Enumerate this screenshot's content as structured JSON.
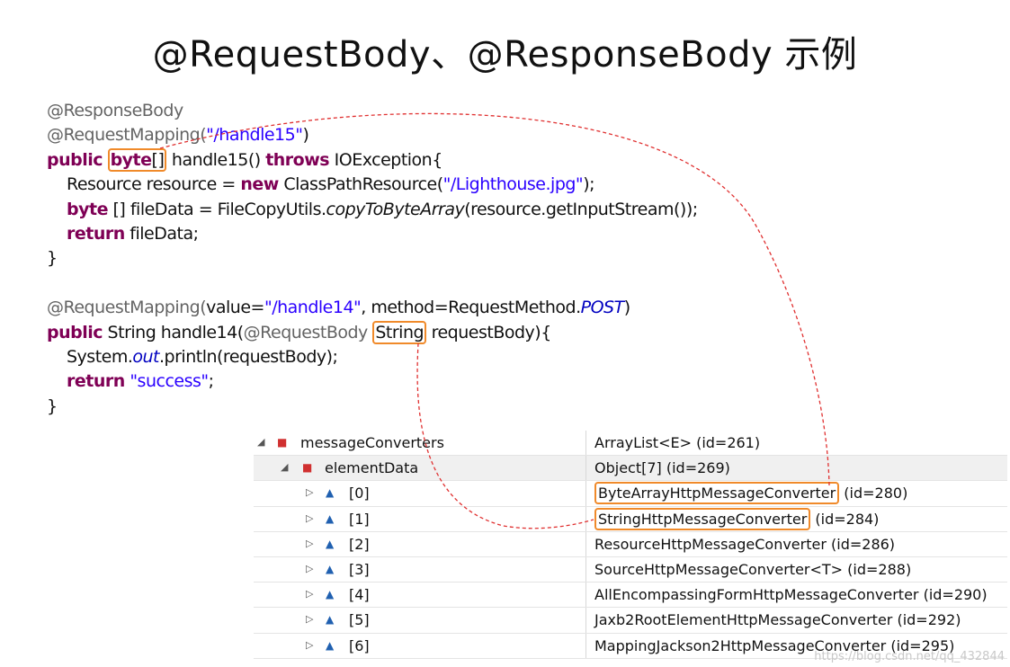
{
  "title": "@RequestBody、@ResponseBody 示例",
  "code": {
    "l1": "@ResponseBody",
    "l2_ann": "@RequestMapping(",
    "l2_str": "\"/handle15\"",
    "l2_end": ")",
    "l3_public": "public",
    "l3_byte": "byte",
    "l3_arr": "[]",
    "l3_rest": " handle15() ",
    "l3_throws": "throws",
    "l3_end": " IOException{",
    "l4_pre": "Resource resource = ",
    "l4_new": "new",
    "l4_mid": " ClassPathResource(",
    "l4_str": "\"/Lighthouse.jpg\"",
    "l4_end": ");",
    "l5_byte": "byte",
    "l5_mid": " [] fileData = FileCopyUtils.",
    "l5_it": "copyToByteArray",
    "l5_end": "(resource.getInputStream());",
    "l6_return": "return",
    "l6_end": " fileData;",
    "l7": "}",
    "l9_ann": "@RequestMapping(",
    "l9_mid": "value=",
    "l9_str": "\"/handle14\"",
    "l9_mid2": ", method=RequestMethod.",
    "l9_post": "POST",
    "l9_end": ")",
    "l10_public": "public",
    "l10_mid": " String handle14(",
    "l10_ann": "@RequestBody",
    "l10_str_type": "String",
    "l10_end": " requestBody){",
    "l11_pre": "System.",
    "l11_out": "out",
    "l11_end": ".println(requestBody);",
    "l12_return": "return",
    "l12_str": "\"success\"",
    "l12_end": ";",
    "l13": "}"
  },
  "tree": [
    {
      "name": "messageConverters",
      "value": "ArrayList<E>  (id=261)"
    },
    {
      "name": "elementData",
      "value": "Object[7]  (id=269)"
    },
    {
      "name": "[0]",
      "value_main": "ByteArrayHttpMessageConverter",
      "value_id": " (id=280)"
    },
    {
      "name": "[1]",
      "value_main": "StringHttpMessageConverter",
      "value_id": "  (id=284)"
    },
    {
      "name": "[2]",
      "value": "ResourceHttpMessageConverter  (id=286)"
    },
    {
      "name": "[3]",
      "value": "SourceHttpMessageConverter<T>  (id=288)"
    },
    {
      "name": "[4]",
      "value": "AllEncompassingFormHttpMessageConverter  (id=290)"
    },
    {
      "name": "[5]",
      "value": "Jaxb2RootElementHttpMessageConverter  (id=292)"
    },
    {
      "name": "[6]",
      "value": "MappingJackson2HttpMessageConverter  (id=295)"
    }
  ],
  "icons": {
    "expanded": "triangle-down-icon",
    "collapsed": "triangle-right-icon",
    "field": "red-square-icon",
    "element": "blue-triangle-icon"
  },
  "colors": {
    "highlight_box": "#f08a2a",
    "link_line": "#e03030",
    "keyword": "#7f0055",
    "string": "#2a00ff",
    "annotation": "#646464"
  },
  "watermark": "https://blog.csdn.net/qq_432844"
}
